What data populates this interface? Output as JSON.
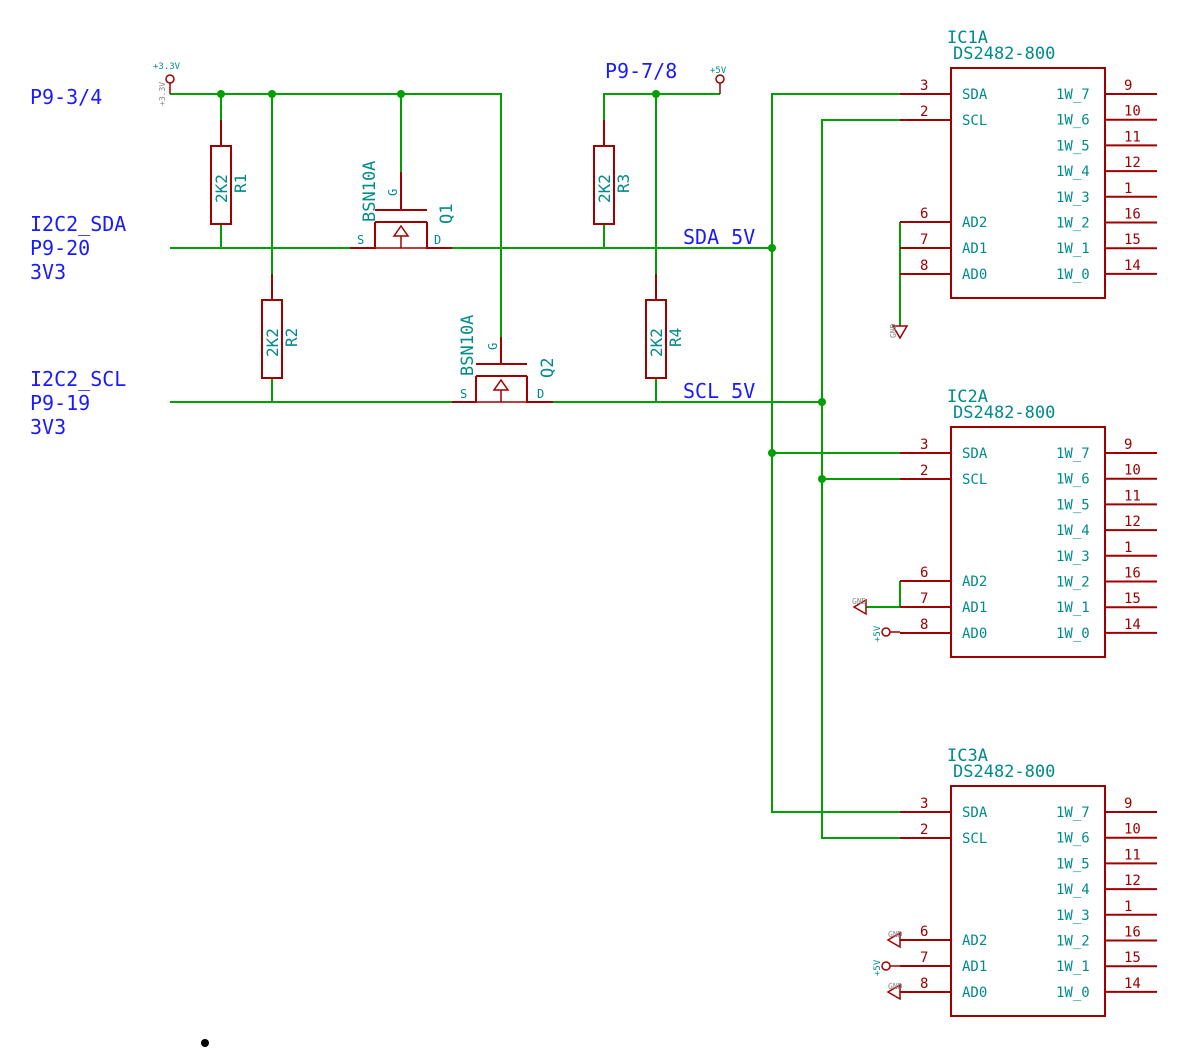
{
  "nets": {
    "p9_3_4": "P9-3/4",
    "p9_7_8": "P9-7/8",
    "i2c2_sda": [
      "I2C2_SDA",
      "P9-20",
      "3V3"
    ],
    "i2c2_scl": [
      "I2C2_SCL",
      "P9-19",
      "3V3"
    ],
    "sda_5v": "SDA 5V",
    "scl_5v": "SCL 5V"
  },
  "power": {
    "v33_label": "+3.3V",
    "v5_label": "+5V",
    "gnd_label": "GND"
  },
  "resistors": [
    {
      "ref": "R1",
      "value": "2K2"
    },
    {
      "ref": "R2",
      "value": "2K2"
    },
    {
      "ref": "R3",
      "value": "2K2"
    },
    {
      "ref": "R4",
      "value": "2K2"
    }
  ],
  "mosfets": [
    {
      "ref": "Q1",
      "value": "BSN10A",
      "g": "G",
      "s": "S",
      "d": "D"
    },
    {
      "ref": "Q2",
      "value": "BSN10A",
      "g": "G",
      "s": "S",
      "d": "D"
    }
  ],
  "ics": [
    {
      "ref": "IC1A",
      "value": "DS2482-800"
    },
    {
      "ref": "IC2A",
      "value": "DS2482-800"
    },
    {
      "ref": "IC3A",
      "value": "DS2482-800"
    }
  ],
  "ic_left_pins": [
    {
      "num": "3",
      "name": "SDA"
    },
    {
      "num": "2",
      "name": "SCL"
    },
    {
      "num": "6",
      "name": "AD2"
    },
    {
      "num": "7",
      "name": "AD1"
    },
    {
      "num": "8",
      "name": "AD0"
    }
  ],
  "ic_right_pins": [
    {
      "num": "9",
      "name": "1W_7"
    },
    {
      "num": "10",
      "name": "1W_6"
    },
    {
      "num": "11",
      "name": "1W_5"
    },
    {
      "num": "12",
      "name": "1W_4"
    },
    {
      "num": "1",
      "name": "1W_3"
    },
    {
      "num": "16",
      "name": "1W_2"
    },
    {
      "num": "15",
      "name": "1W_1"
    },
    {
      "num": "14",
      "name": "1W_0"
    }
  ],
  "colors": {
    "wire": "#00a000",
    "component": "#a00000",
    "component_text": "#008b8b",
    "net_label": "#1a1aff"
  }
}
